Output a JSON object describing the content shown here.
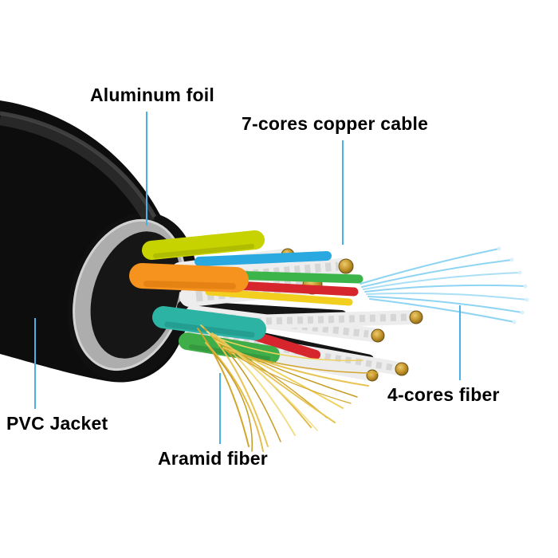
{
  "background": "#ffffff",
  "diagram": {
    "labels": {
      "aluminum_foil": "Aluminum foil",
      "copper_cable": "7-cores copper cable",
      "fiber": "4-cores fiber",
      "pvc_jacket": "PVC Jacket",
      "aramid_fiber": "Aramid fiber"
    },
    "colors": {
      "leader_line": "#47b1e8",
      "label_text": "#000000",
      "pvc_jacket": "#0d0d0d",
      "aluminum_foil": "#adadad",
      "orange_wire": "#f6921e",
      "yellow_green_wire": "#c7d300",
      "teal_wire": "#2cb3a3",
      "green_wire": "#3fae49",
      "blue_wire": "#2aa8e0",
      "red_wire": "#d6252c",
      "yellow_wire": "#f2cf1f",
      "white_cable": "#ededed",
      "copper_strands": "#c0912a",
      "aramid_fiber": "#e3bc4a",
      "optical_fiber": "#8fd4f3"
    }
  }
}
